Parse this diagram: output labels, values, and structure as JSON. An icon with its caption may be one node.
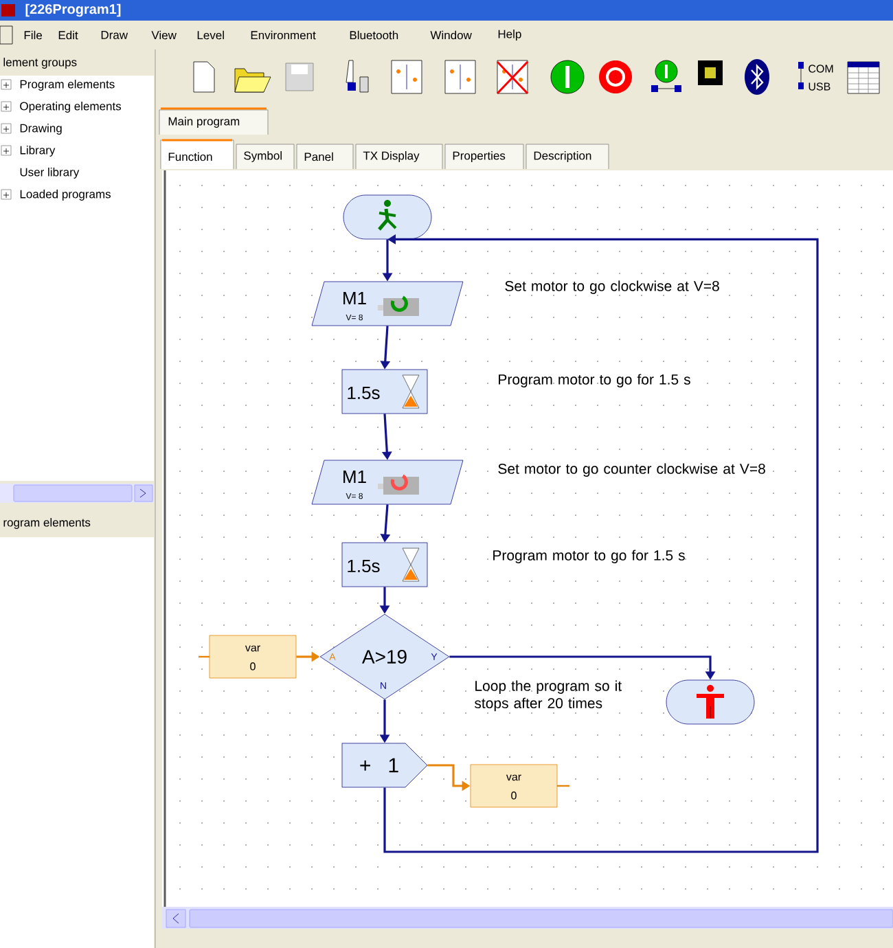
{
  "diagram": {
    "title": "[226Program1]",
    "nodes": [
      {
        "text": [],
        "shape": "picture"
      },
      {
        "text": [
          "M1",
          "V= 8"
        ]
      },
      {
        "text": [
          "1.5s"
        ]
      },
      {
        "text": [
          "M1",
          "V= 8"
        ]
      },
      {
        "text": [
          "1.5s"
        ]
      },
      {
        "text": [
          "var",
          "0"
        ]
      },
      {
        "text": [
          "A",
          "A>19",
          "Y",
          "N"
        ]
      },
      {
        "text": [],
        "shape": "picture"
      },
      {
        "text": [
          "+ 1"
        ]
      },
      {
        "text": [
          "var",
          "0"
        ]
      }
    ],
    "edges": [
      {
        "from": 0,
        "to": 1,
        "arrow": "to"
      },
      {
        "from": 1,
        "to": 2,
        "arrow": "to"
      },
      {
        "from": 2,
        "to": 3,
        "arrow": "to"
      },
      {
        "from": 3,
        "to": 4,
        "arrow": "to"
      },
      {
        "from": 4,
        "to": 6,
        "arrow": "to"
      },
      {
        "from": 5,
        "to": 6,
        "arrow": "to",
        "color": "#e8860c"
      },
      {
        "from": 6,
        "to": 7,
        "arrow": "to"
      },
      {
        "from": 6,
        "to": 8,
        "arrow": "to"
      },
      {
        "from": 8,
        "to": 0,
        "arrow": "to"
      },
      {
        "from": 8,
        "to": 9,
        "arrow": "to",
        "color": "#e8860c"
      }
    ],
    "labels": [
      "File",
      "Edit",
      "Draw",
      "View",
      "Level",
      "Environment",
      "Bluetooth",
      "Window",
      "Help",
      "lement groups",
      "Program elements",
      "Operating elements",
      "Drawing",
      "Library",
      "User library",
      "Loaded programs",
      "rogram elements",
      "COM",
      "USB",
      "Main program",
      "Function",
      "Symbol",
      "Panel",
      "TX Display",
      "Properties",
      "Description",
      "Set motor to go clockwise at V=8",
      "Program motor to go for 1.5 s",
      "Set motor to go counter clockwise at V=8",
      "Program motor to go for 1.5 s",
      "Loop the program so it stops after 20 times"
    ]
  }
}
